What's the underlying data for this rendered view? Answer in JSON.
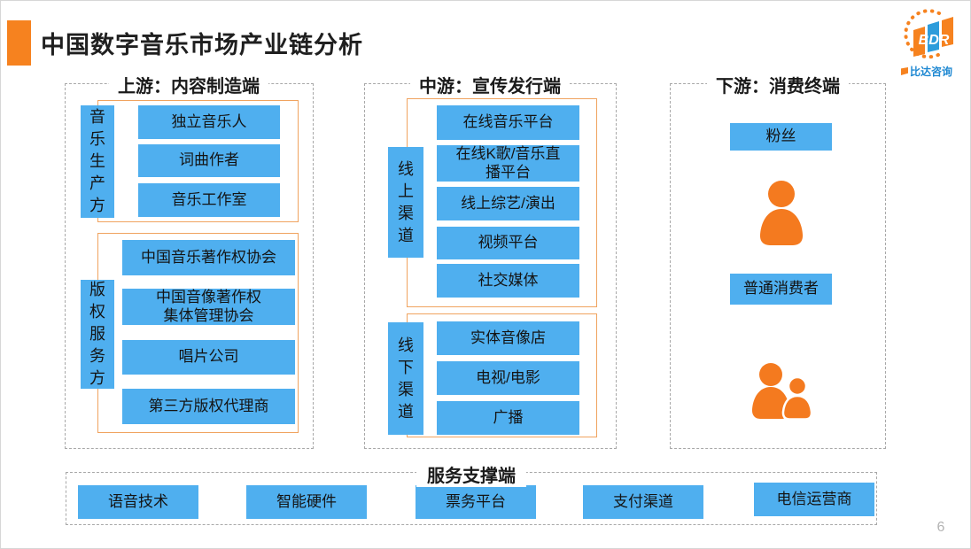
{
  "title": "中国数字音乐市场产业链分析",
  "page_number": "6",
  "logo": {
    "text": "BDR",
    "subtext": "比达咨询"
  },
  "colors": {
    "box_blue": "#4FAFEF",
    "accent_orange": "#F6821F",
    "person_orange": "#F47A1F",
    "group_border_orange": "#F0A35F",
    "dash_gray": "#A8A8A8",
    "logo_blue": "#2D9CDB"
  },
  "icons": {
    "downstream_single": "person-icon",
    "downstream_double": "two-people-icon",
    "logo_mark": "bdr-pennants-icon"
  },
  "columns": {
    "upstream": {
      "header": "上游：内容制造端",
      "groups": [
        {
          "label": "音乐生产方",
          "items": [
            "独立音乐人",
            "词曲作者",
            "音乐工作室"
          ]
        },
        {
          "label": "版权服务方",
          "items": [
            "中国音乐著作权协会",
            "中国音像著作权\n集体管理协会",
            "唱片公司",
            "第三方版权代理商"
          ]
        }
      ]
    },
    "midstream": {
      "header": "中游：宣传发行端",
      "groups": [
        {
          "label": "线上渠道",
          "items": [
            "在线音乐平台",
            "在线K歌/音乐直\n播平台",
            "线上综艺/演出",
            "视频平台",
            "社交媒体"
          ]
        },
        {
          "label": "线下渠道",
          "items": [
            "实体音像店",
            "电视/电影",
            "广播"
          ]
        }
      ]
    },
    "downstream": {
      "header": "下游：消费终端",
      "items": [
        "粉丝",
        "普通消费者"
      ]
    }
  },
  "support": {
    "header": "服务支撑端",
    "items": [
      "语音技术",
      "智能硬件",
      "票务平台",
      "支付渠道",
      "电信运营商"
    ]
  }
}
